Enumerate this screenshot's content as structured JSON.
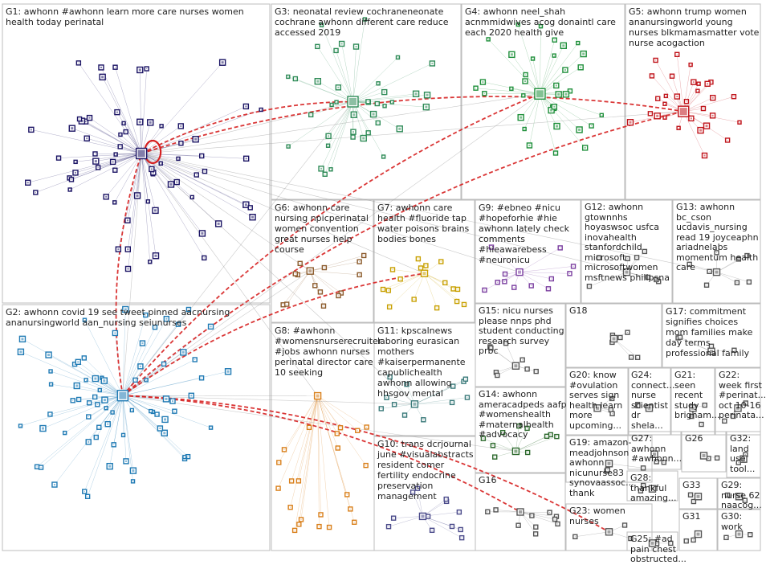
{
  "graph": {
    "title": "",
    "groups": [
      {
        "id": "G1",
        "label": "G1: awhonn #awhonn learn more care nurses women health today perinatal",
        "color": "#1b1464"
      },
      {
        "id": "G2",
        "label": "G2: awhonn covid 19 see tweet pinned aacnursing ananursingworld aan_nursing seiunurses",
        "color": "#1f7ab4"
      },
      {
        "id": "G3",
        "label": "G3: neonatal review cochraneneonate cochrane awhonn different care reduce accessed 2019",
        "color": "#2e8b57"
      },
      {
        "id": "G4",
        "label": "G4: awhonn neel_shah acnmmidwives acog donaintl care each 2020 health give",
        "color": "#1e8f3a"
      },
      {
        "id": "G5",
        "label": "G5: awhonn trump women ananursingworld young nurses blkmamasmatter vote nurse acogaction",
        "color": "#c0141b"
      },
      {
        "id": "G6",
        "label": "G6: awhonn care nursing npicperinatal women convention great nurses help course",
        "color": "#8b5a2b"
      },
      {
        "id": "G7",
        "label": "G7: awhonn care health #fluoride tap water poisons brains bodies bones",
        "color": "#c8a000"
      },
      {
        "id": "G8",
        "label": "G8: #awhonn #womensnurserecruiter #jobs awhonn nurses perinatal director care 10 seeking",
        "color": "#d97f1a"
      },
      {
        "id": "G9",
        "label": "G9: #ebneo #nicu #hopeforhie #hie awhonn lately check comments #hieawarebess #neuronicu",
        "color": "#7b3fa0"
      },
      {
        "id": "G10",
        "label": "G10: trans dcrjournal june #visualabstracts resident comer fertility endocrine preservation management",
        "color": "#4a4a8a"
      },
      {
        "id": "G11",
        "label": "G11: kpscalnews laboring eurasican mothers #kaiserpermanente capublichealth awhonn allowing hhsgov mental",
        "color": "#3a7a7a"
      },
      {
        "id": "G12",
        "label": "G12: awhonn gtownnhs hoyaswsoc usfca inovahealth stanfordchild microsoft microsoftwomen msftnews philipsna",
        "color": "#555555"
      },
      {
        "id": "G13",
        "label": "G13: awhonn bc_cson ucdavis_nursing read 19 joyceaphn ariadnelabs momentum health care",
        "color": "#555555"
      },
      {
        "id": "G14",
        "label": "G14: awhonn ameracadpeds aafp #womenshealth #maternalhealth #advocacy",
        "color": "#2d6a2d"
      },
      {
        "id": "G15",
        "label": "G15: nicu nurses please nnps phd student conducting research survey prbc",
        "color": "#555555"
      },
      {
        "id": "G16",
        "label": "G16",
        "color": "#555555"
      },
      {
        "id": "G17",
        "label": "G17: commitment signifies choices mom families make day terms professional family",
        "color": "#555555"
      },
      {
        "id": "G18",
        "label": "G18",
        "color": "#555555"
      },
      {
        "id": "G19",
        "label": "G19: amazon-meadjohnson awhonn nicunurse83 synovaassoc... thank",
        "color": "#555555"
      },
      {
        "id": "G20",
        "label": "G20: know #ovulation serves sign health learn more upcoming...",
        "color": "#555555"
      },
      {
        "id": "G21",
        "label": "G21: seen recent study brigham...",
        "color": "#555555"
      },
      {
        "id": "G22",
        "label": "G22: week first #perinat... oct 10-16 perinata...",
        "color": "#555555"
      },
      {
        "id": "G23",
        "label": "G23: women nurses",
        "color": "#555555"
      },
      {
        "id": "G24",
        "label": "G24: connect... nurse scientist dr shela...",
        "color": "#555555"
      },
      {
        "id": "G25",
        "label": "G25: #ad pain chest obstructed...",
        "color": "#555555"
      },
      {
        "id": "G26",
        "label": "G26",
        "color": "#555555"
      },
      {
        "id": "G27",
        "label": "G27: awhonn #awhonn...",
        "color": "#555555"
      },
      {
        "id": "G28",
        "label": "G28: thankful amazing...",
        "color": "#555555"
      },
      {
        "id": "G29",
        "label": "G29: nurse 62 naacog...",
        "color": "#555555"
      },
      {
        "id": "G30",
        "label": "G30: work",
        "color": "#555555"
      },
      {
        "id": "G31",
        "label": "G31",
        "color": "#555555"
      },
      {
        "id": "G32",
        "label": "G32: land use tool...",
        "color": "#555555"
      },
      {
        "id": "G33",
        "label": "G33",
        "color": "#555555"
      }
    ],
    "edge_colors": {
      "normal": "#9a9a9a",
      "highlight": "#d62020"
    },
    "node_labels": [
      "awhonn",
      "aacnursing",
      "ananursingworld",
      "cochraneneonate",
      "neel_shah",
      "acnmmidwives",
      "acog",
      "blkmamasmatter",
      "npicperinatal",
      "kpscalnews",
      "dcrjournal",
      "ameracadpeds",
      "nicunurse83",
      "bc_cson",
      "ucdavis_nursing",
      "gtownnhs",
      "microsoft",
      "philipsna"
    ]
  }
}
